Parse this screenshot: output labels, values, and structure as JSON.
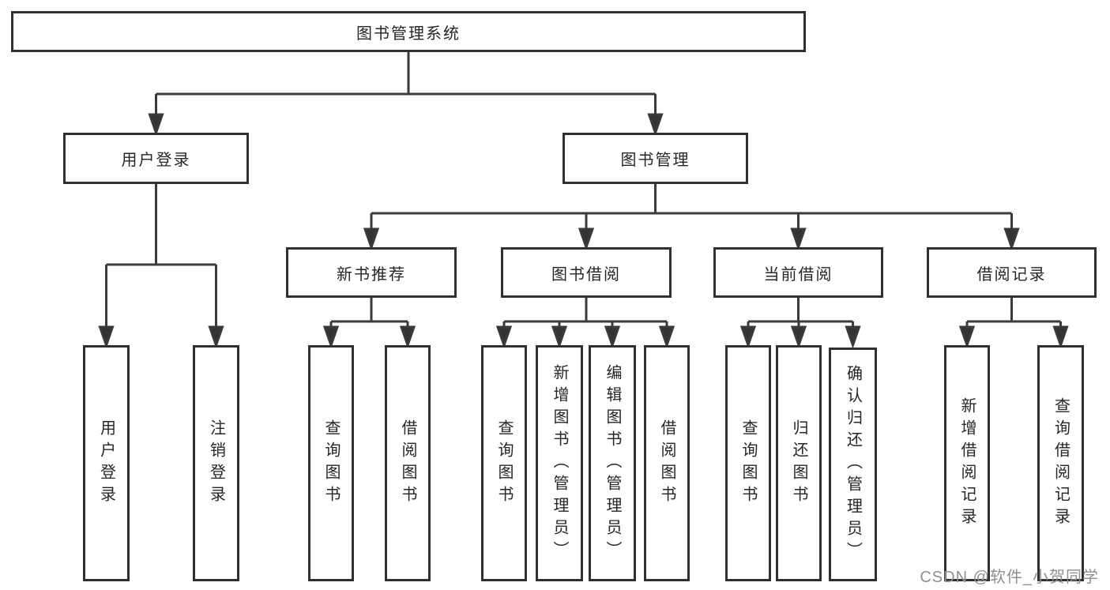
{
  "nodes": {
    "root": "图书管理系统",
    "level2": [
      {
        "label": "用户登录"
      },
      {
        "label": "图书管理"
      }
    ],
    "level3": [
      {
        "label": "新书推荐",
        "parent": "图书管理"
      },
      {
        "label": "图书借阅",
        "parent": "图书管理"
      },
      {
        "label": "当前借阅",
        "parent": "图书管理"
      },
      {
        "label": "借阅记录",
        "parent": "图书管理"
      }
    ],
    "leaves": [
      {
        "label": "用户登录",
        "parent": "用户登录"
      },
      {
        "label": "注销登录",
        "parent": "用户登录"
      },
      {
        "label": "查询图书",
        "parent": "新书推荐"
      },
      {
        "label": "借阅图书",
        "parent": "新书推荐"
      },
      {
        "label": "查询图书",
        "parent": "图书借阅"
      },
      {
        "label": "新增图书（管理员）",
        "parent": "图书借阅"
      },
      {
        "label": "编辑图书（管理员）",
        "parent": "图书借阅"
      },
      {
        "label": "借阅图书",
        "parent": "图书借阅"
      },
      {
        "label": "查询图书",
        "parent": "当前借阅"
      },
      {
        "label": "归还图书",
        "parent": "当前借阅"
      },
      {
        "label": "确认归还（管理员）",
        "parent": "当前借阅"
      },
      {
        "label": "新增借阅记录",
        "parent": "借阅记录"
      },
      {
        "label": "查询借阅记录",
        "parent": "借阅记录"
      }
    ]
  },
  "watermark": "CSDN @软件_小贺同学",
  "colors": {
    "line": "#3a3a3a",
    "box_border": "#303030",
    "box_fill": "#ffffff",
    "text": "#262626",
    "watermark_text": "#8f8f8f"
  }
}
